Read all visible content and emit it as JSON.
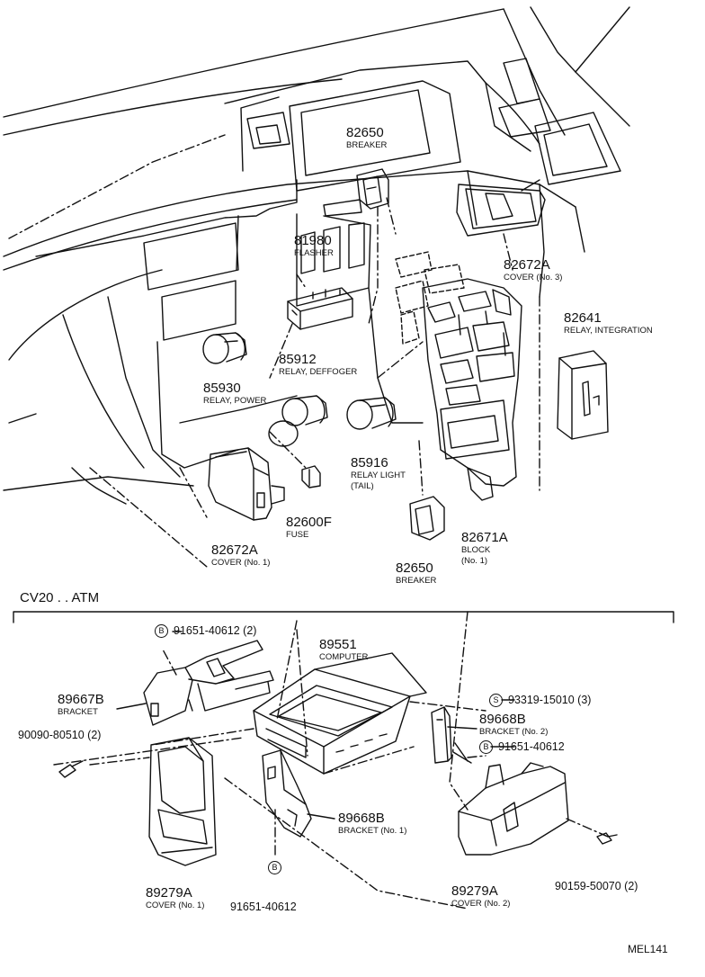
{
  "figure_code": "MEL141",
  "section_title": "CV20 . . ATM",
  "upper_parts": [
    {
      "id": "breaker_top",
      "number": "82650",
      "name": "BREAKER"
    },
    {
      "id": "flasher",
      "number": "81980",
      "name": "FLASHER"
    },
    {
      "id": "cover3",
      "number": "82672A",
      "name": "COVER (No. 3)"
    },
    {
      "id": "relay_integration",
      "number": "82641",
      "name": "RELAY, INTEGRATION"
    },
    {
      "id": "relay_deffoger",
      "number": "85912",
      "name": "RELAY, DEFFOGER"
    },
    {
      "id": "relay_power",
      "number": "85930",
      "name": "RELAY, POWER"
    },
    {
      "id": "relay_light",
      "number": "85916",
      "name": "RELAY LIGHT",
      "name2": "(TAIL)"
    },
    {
      "id": "fuse",
      "number": "82600F",
      "name": "FUSE"
    },
    {
      "id": "cover1",
      "number": "82672A",
      "name": "COVER (No. 1)"
    },
    {
      "id": "block1",
      "number": "82671A",
      "name": "BLOCK",
      "name2": "(No. 1)"
    },
    {
      "id": "breaker_bottom",
      "number": "82650",
      "name": "BREAKER"
    }
  ],
  "lower_parts": [
    {
      "id": "bolt_b_top",
      "marker": "B",
      "number": "91651-40612 (2)"
    },
    {
      "id": "computer",
      "number": "89551",
      "name": "COMPUTER"
    },
    {
      "id": "bracket_89667b",
      "number": "89667B",
      "name": "BRACKET"
    },
    {
      "id": "screw_s",
      "marker": "S",
      "number": "93319-15010 (3)"
    },
    {
      "id": "bracket_no2",
      "number": "89668B",
      "name": "BRACKET (No. 2)"
    },
    {
      "id": "bolt_b_right",
      "marker": "B",
      "number": "91651-40612"
    },
    {
      "id": "screw_90090",
      "number": "90090-80510 (2)"
    },
    {
      "id": "bracket_no1",
      "number": "89668B",
      "name": "BRACKET (No. 1)"
    },
    {
      "id": "cover_bl",
      "number": "89279A",
      "name": "COVER (No. 1)"
    },
    {
      "id": "bolt_b_bottom",
      "marker": "B",
      "number": "91651-40612"
    },
    {
      "id": "cover_br",
      "number": "89279A",
      "name": "COVER (No. 2)"
    },
    {
      "id": "screw_90159",
      "number": "90159-50070 (2)"
    }
  ]
}
